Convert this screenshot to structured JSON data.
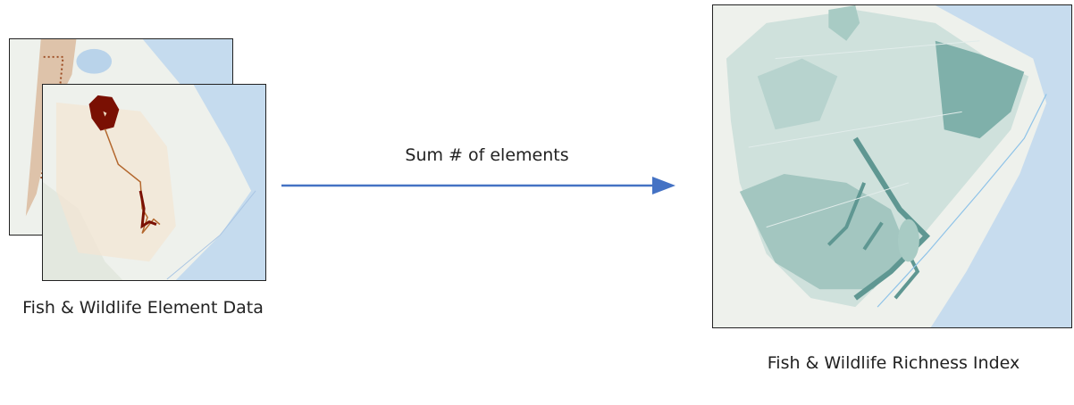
{
  "left_caption": "Fish & Wildlife Element Data",
  "arrow_label": "Sum # of elements",
  "right_caption": "Fish & Wildlife Richness Index",
  "colors": {
    "arrow": "#4472c4",
    "land": "#eef1ec",
    "water": "#b9d3ea",
    "element_dark": "#7a1003",
    "element_light": "#f2e1c9",
    "richness_light": "#bcd7d1",
    "richness_dark": "#5f9792"
  }
}
